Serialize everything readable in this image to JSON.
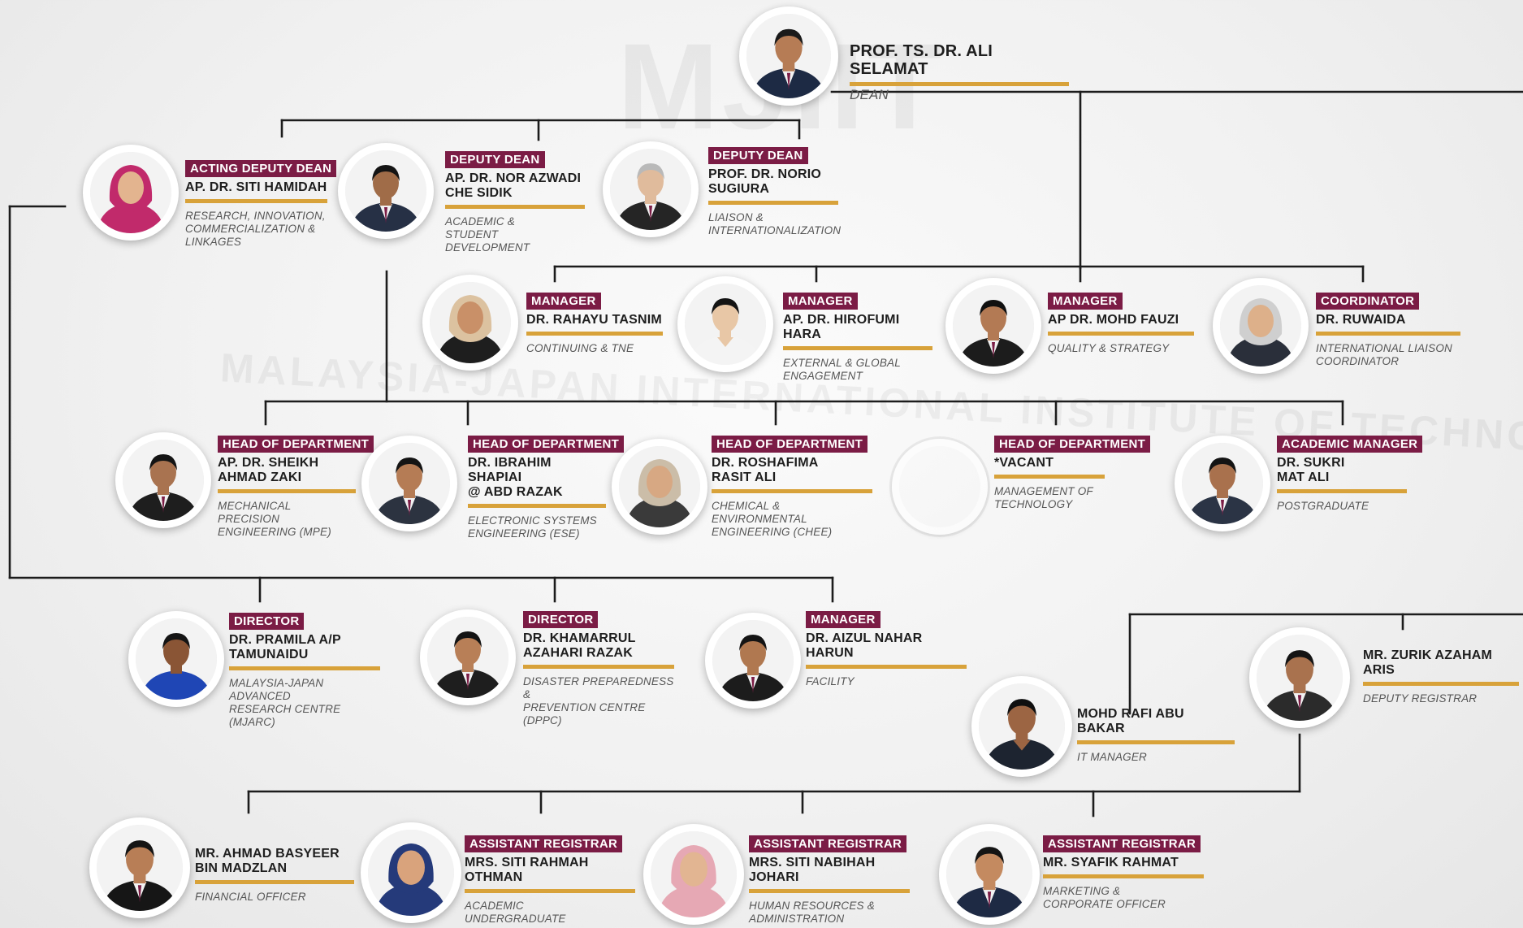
{
  "watermark": {
    "logo": "MJIIT",
    "institute": "MALAYSIA-JAPAN INTERNATIONAL INSTITUTE OF TECHNOLOGY"
  },
  "colors": {
    "role_bg": "#7b1c45",
    "underline": "#d8a23a",
    "line": "#1c1c1c"
  },
  "dean": {
    "name": "PROF. TS. DR. ALI SELAMAT",
    "unit": "DEAN",
    "avatar": {
      "icon": "person-suit-icon",
      "skin": "#b67c55",
      "hair": "#1a1a1a",
      "cloth": "#1d2a44"
    }
  },
  "deputies": [
    {
      "role": "ACTING DEPUTY DEAN",
      "name": "AP. DR. SITI HAMIDAH",
      "unit": "RESEARCH, INNOVATION,\nCOMMERCIALIZATION &\nLINKAGES",
      "avatar": {
        "icon": "person-hijab-icon",
        "skin": "#e3b48f",
        "hair": "#c12a6b",
        "cloth": "#c12a6b"
      }
    },
    {
      "role": "DEPUTY DEAN",
      "name": "AP. DR. NOR AZWADI\nCHE SIDIK",
      "unit": "ACADEMIC &\nSTUDENT DEVELOPMENT",
      "avatar": {
        "icon": "person-suit-icon",
        "skin": "#a06c48",
        "hair": "#141414",
        "cloth": "#263045"
      }
    },
    {
      "role": "DEPUTY DEAN",
      "name": "PROF. DR. NORIO\nSUGIURA",
      "unit": "LIAISON &\nINTERNATIONALIZATION",
      "avatar": {
        "icon": "person-suit-icon",
        "skin": "#e0bb9c",
        "hair": "#b9b9b9",
        "cloth": "#252525"
      }
    }
  ],
  "managers": [
    {
      "role": "MANAGER",
      "name": "DR. RAHAYU TASNIM",
      "unit": "CONTINUING & TNE",
      "avatar": {
        "icon": "person-hijab-icon",
        "skin": "#c99068",
        "hair": "#dcc2a0",
        "cloth": "#1e1e1e"
      }
    },
    {
      "role": "MANAGER",
      "name": "AP. DR. HIROFUMI HARA",
      "unit": "EXTERNAL & GLOBAL\nENGAGEMENT",
      "avatar": {
        "icon": "person-shirt-icon",
        "skin": "#e8c7a6",
        "hair": "#141414",
        "cloth": "#f4f4f4"
      }
    },
    {
      "role": "MANAGER",
      "name": "AP DR. MOHD FAUZI",
      "unit": "QUALITY & STRATEGY",
      "avatar": {
        "icon": "person-suit-icon",
        "skin": "#b37a54",
        "hair": "#101010",
        "cloth": "#1c1c1c"
      }
    },
    {
      "role": "COORDINATOR",
      "name": "DR. RUWAIDA",
      "unit": "INTERNATIONAL LIAISON\nCOORDINATOR",
      "avatar": {
        "icon": "person-hijab-icon",
        "skin": "#ddb08a",
        "hair": "#cfcfcf",
        "cloth": "#2a2f3a"
      }
    }
  ],
  "heads": [
    {
      "role": "HEAD OF DEPARTMENT",
      "name": "AP. DR. SHEIKH\nAHMAD ZAKI",
      "unit": "MECHANICAL PRECISION\nENGINEERING (MPE)",
      "avatar": {
        "icon": "person-suit-icon",
        "skin": "#a97350",
        "hair": "#141414",
        "cloth": "#1e1e1e"
      }
    },
    {
      "role": "HEAD OF DEPARTMENT",
      "name": "DR. IBRAHIM SHAPIAI\n@ ABD RAZAK",
      "unit": "ELECTRONIC SYSTEMS\nENGINEERING (ESE)",
      "avatar": {
        "icon": "person-suit-icon",
        "skin": "#b57c55",
        "hair": "#141414",
        "cloth": "#2c3340"
      }
    },
    {
      "role": "HEAD OF DEPARTMENT",
      "name": "DR. ROSHAFIMA\nRASIT ALI",
      "unit": "CHEMICAL & ENVIRONMENTAL\nENGINEERING (CHEE)",
      "avatar": {
        "icon": "person-hijab-icon",
        "skin": "#d7a883",
        "hair": "#cbbda8",
        "cloth": "#3a3a3a"
      }
    },
    {
      "role": "HEAD OF DEPARTMENT",
      "name": "*VACANT",
      "unit": "MANAGEMENT OF\nTECHNOLOGY",
      "avatar": {
        "icon": "vacant-avatar-icon",
        "skin": "",
        "hair": "",
        "cloth": ""
      }
    },
    {
      "role": "ACADEMIC MANAGER",
      "name": "DR. SUKRI\nMAT ALI",
      "unit": "POSTGRADUATE",
      "avatar": {
        "icon": "person-suit-icon",
        "skin": "#a9714d",
        "hair": "#141414",
        "cloth": "#2b3445"
      }
    }
  ],
  "centres": [
    {
      "role": "DIRECTOR",
      "name": "DR. PRAMILA A/P\nTAMUNAIDU",
      "unit": "MALAYSIA-JAPAN ADVANCED\nRESEARCH CENTRE (MJARC)",
      "avatar": {
        "icon": "person-jacket-icon",
        "skin": "#8a5535",
        "hair": "#141414",
        "cloth": "#1f46b5"
      }
    },
    {
      "role": "DIRECTOR",
      "name": "DR. KHAMARRUL\nAZAHARI RAZAK",
      "unit": "DISASTER PREPAREDNESS &\nPREVENTION CENTRE (DPPC)",
      "avatar": {
        "icon": "person-suit-icon",
        "skin": "#b87f57",
        "hair": "#141414",
        "cloth": "#1e1e1e"
      }
    },
    {
      "role": "MANAGER",
      "name": "DR. AIZUL NAHAR HARUN",
      "unit": "FACILITY",
      "avatar": {
        "icon": "person-suit-icon",
        "skin": "#b07850",
        "hair": "#141414",
        "cloth": "#1c1c1c"
      }
    }
  ],
  "admin": {
    "deputy_registrar": {
      "role": "",
      "name": "MR. ZURIK AZAHAM ARIS",
      "unit": "DEPUTY REGISTRAR",
      "avatar": {
        "icon": "person-suit-icon",
        "skin": "#a9724e",
        "hair": "#141414",
        "cloth": "#2b2b2b"
      }
    },
    "it_manager": {
      "role": "",
      "name": "MOHD RAFI ABU BAKAR",
      "unit": "IT MANAGER",
      "avatar": {
        "icon": "person-shirt-icon",
        "skin": "#9c6543",
        "hair": "#101010",
        "cloth": "#1d2430"
      }
    }
  },
  "staff": [
    {
      "role": "",
      "name": "MR. AHMAD BASYEER\nBIN MADZLAN",
      "unit": "FINANCIAL OFFICER",
      "avatar": {
        "icon": "person-suit-icon",
        "skin": "#b87e56",
        "hair": "#141414",
        "cloth": "#161616"
      }
    },
    {
      "role": "ASSISTANT REGISTRAR",
      "name": "MRS. SITI RAHMAH OTHMAN",
      "unit": "ACADEMIC\nUNDERGRADUATE",
      "avatar": {
        "icon": "person-hijab-icon",
        "skin": "#d9a37c",
        "hair": "#253a7a",
        "cloth": "#253a7a"
      }
    },
    {
      "role": "ASSISTANT REGISTRAR",
      "name": "MRS. SITI NABIHAH JOHARI",
      "unit": "HUMAN RESOURCES &\nADMINISTRATION",
      "avatar": {
        "icon": "person-hijab-icon",
        "skin": "#e2b592",
        "hair": "#e6a8b4",
        "cloth": "#e6a8b4"
      }
    },
    {
      "role": "ASSISTANT REGISTRAR",
      "name": "MR. SYAFIK RAHMAT",
      "unit": "MARKETING &\nCORPORATE OFFICER",
      "avatar": {
        "icon": "person-suit-icon",
        "skin": "#c48a60",
        "hair": "#141414",
        "cloth": "#1e2a44"
      }
    }
  ]
}
